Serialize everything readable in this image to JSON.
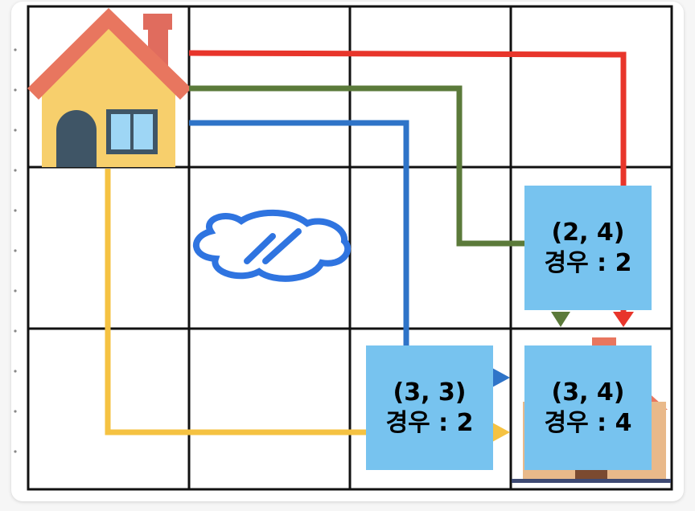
{
  "boxes": {
    "cell_2_4": {
      "coord": "(2, 4)",
      "count": "경우 : 2"
    },
    "cell_3_3": {
      "coord": "(3, 3)",
      "count": "경우 : 2"
    },
    "cell_3_4": {
      "coord": "(3, 4)",
      "count": "경우 : 4"
    }
  },
  "grid": {
    "rows": 3,
    "cols": 4
  },
  "colors": {
    "red_path": "#e8352b",
    "green_path": "#5b7a3a",
    "blue_path": "#2f74c8",
    "yellow_path": "#f5c242",
    "box_fill": "#77c3ef",
    "puddle": "#2f74e0",
    "grid_line": "#111111"
  },
  "icons": {
    "start": "house-icon",
    "obstacle": "puddle-icon",
    "goal": "house-icon"
  }
}
